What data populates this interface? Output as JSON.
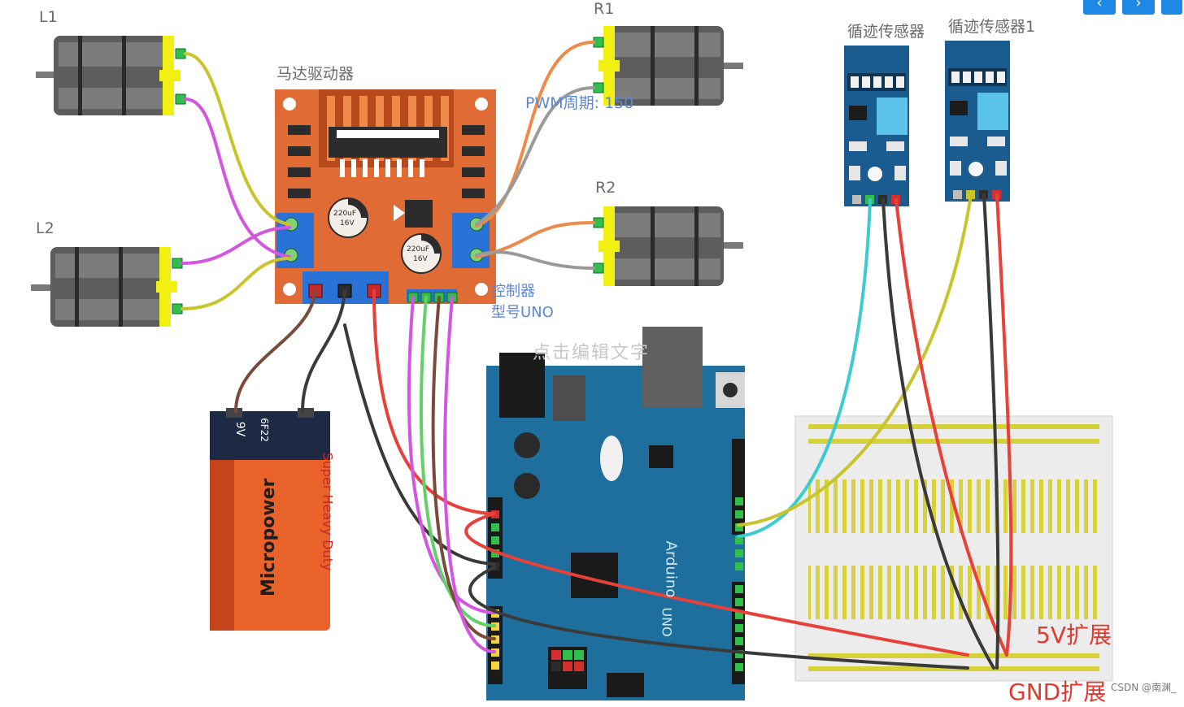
{
  "labels": {
    "motor_l1": "L1",
    "motor_l2": "L2",
    "motor_r1": "R1",
    "motor_r2": "R2",
    "driver": "马达驱动器",
    "pwm": "PWM周期: 150",
    "controller": "控制器",
    "model": "型号UNO",
    "sensor0": "循迹传感器",
    "sensor1": "循迹传感器1",
    "edit_hint": "点击编辑文字",
    "ext_5v": "5V扩展",
    "ext_gnd": "GND扩展"
  },
  "nav": {
    "prev": "‹",
    "next": "›"
  },
  "battery": {
    "brand": "Micropower",
    "volt": "9V",
    "model": "6F22",
    "tag": "Super Heavy Duty"
  },
  "cap": {
    "value": "220uF",
    "volt": "16V"
  },
  "arduino": {
    "name": "Arduino",
    "model": "UNO"
  },
  "watermark": "CSDN @南渊_",
  "colors": {
    "board_orange": "#e06b35",
    "arduino_blue": "#1e6f9e",
    "sensor_blue": "#1a5c8f",
    "motor_yellow": "#f2ef13",
    "wire_yellow": "#c9c42c",
    "wire_magenta": "#d455e0",
    "wire_orange": "#ef8a48",
    "wire_gray": "#9a9a9a",
    "wire_red": "#e8413a",
    "wire_black": "#3a3a3a",
    "wire_cyan": "#3ccbd0",
    "wire_brown": "#7a4a3a",
    "wire_green": "#65d06a"
  }
}
